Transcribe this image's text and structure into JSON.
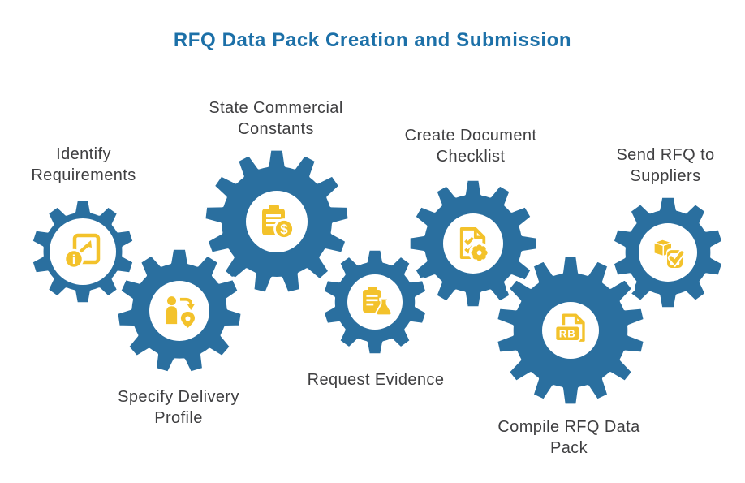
{
  "title": {
    "text": "RFQ Data Pack Creation and Submission"
  },
  "colors": {
    "gear_blue": "#2A6F9F",
    "icon_yellow": "#F3C22B",
    "outline_white": "#FFFFFF",
    "label_gray": "#3F3F41",
    "title_blue": "#1C70A8",
    "background": "#FFFFFF"
  },
  "gears": [
    {
      "id": "identify-requirements",
      "label": "Identify Requirements",
      "icon": "document-info-icon",
      "icon_text": "i"
    },
    {
      "id": "specify-delivery-profile",
      "label": "Specify Delivery Profile",
      "icon": "person-location-icon",
      "icon_text": ""
    },
    {
      "id": "state-commercial-constants",
      "label": "State Commercial Constants",
      "icon": "clipboard-dollar-icon",
      "icon_text": "$"
    },
    {
      "id": "request-evidence",
      "label": "Request Evidence",
      "icon": "clipboard-flask-icon",
      "icon_text": ""
    },
    {
      "id": "create-document-checklist",
      "label": "Create Document Checklist",
      "icon": "document-checklist-gear-icon",
      "icon_text": ""
    },
    {
      "id": "compile-rfq-data-pack",
      "label": "Compile RFQ Data Pack",
      "icon": "file-rb-icon",
      "icon_text": "RB"
    },
    {
      "id": "send-rfq-to-suppliers",
      "label": "Send RFQ to Suppliers",
      "icon": "package-check-icon",
      "icon_text": ""
    }
  ]
}
